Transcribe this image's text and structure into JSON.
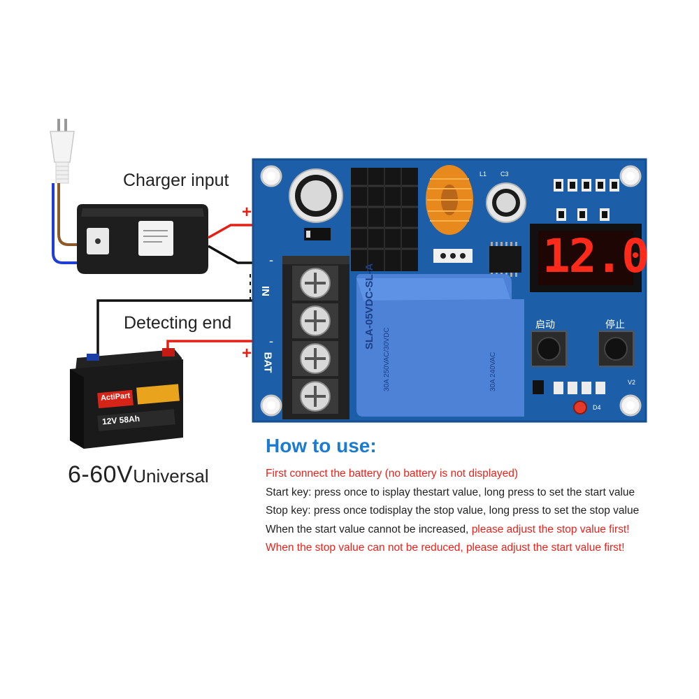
{
  "labels": {
    "charger_input": "Charger input",
    "detecting_end": "Detecting end",
    "voltage_range": "6-60V",
    "universal": "Universal"
  },
  "terminals": {
    "plus_top": "+",
    "plus_bottom": "+",
    "minus_top": "-",
    "minus_bottom": "-",
    "in_label": "IN",
    "bat_label": "BAT"
  },
  "board": {
    "display_value": "12.0",
    "start_button_label": "启动",
    "stop_button_label": "停止",
    "relay_model": "SLA-05VDC-SL-A",
    "relay_rating_1": "30A 250VAC/30VDC",
    "relay_rating_2": "30A 240VAC",
    "v2_label": "V2",
    "d4_label": "D4",
    "l1_label": "L1",
    "c3_label": "C3"
  },
  "battery": {
    "brand": "ActiPart",
    "rating": "12V 58Ah"
  },
  "instructions": {
    "title": "How to use:",
    "line1": "First connect the battery (no battery is not displayed)",
    "line2": "Start key: press once to isplay thestart value, long press to set the start value",
    "line3": "Stop key: press once todisplay the stop value, long press to set the stop value",
    "line4_black": "When the start value cannot be increased, ",
    "line4_red": "please adjust the stop value first!",
    "line5": "When the stop value can not be reduced, please adjust the start value first!"
  },
  "colors": {
    "board_blue": "#1c5fa8",
    "relay_blue": "#4d82d6",
    "title_blue": "#1b7bd0",
    "warning_red": "#e8231c",
    "display_red": "#ff2a1a"
  }
}
